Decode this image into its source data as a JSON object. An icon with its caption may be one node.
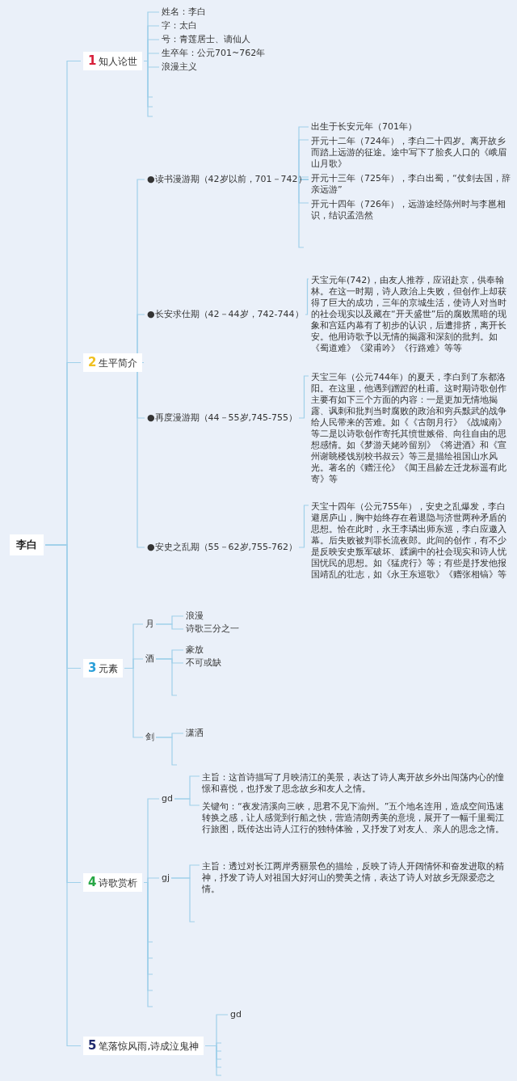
{
  "diagram": {
    "nodes": [
      {
        "text": [
          "李白"
        ]
      },
      {
        "text": [
          "1",
          "知人论世"
        ]
      },
      {
        "text": [
          "姓名：李白"
        ]
      },
      {
        "text": [
          "字：太白"
        ]
      },
      {
        "text": [
          "号：青莲居士、谪仙人"
        ]
      },
      {
        "text": [
          "生卒年：公元701~762年"
        ]
      },
      {
        "text": [
          "浪漫主义"
        ]
      },
      {
        "text": [
          "2",
          "生平简介"
        ]
      },
      {
        "text": [
          "●读书漫游期（42岁以前，701－742）"
        ]
      },
      {
        "text": [
          "出生于长安元年（701年）"
        ]
      },
      {
        "text": [
          "开元十二年（724年），李白二十四岁。离开故乡而踏上远游的征途。途中写下了脍炙人口的《峨眉山月歌》"
        ]
      },
      {
        "text": [
          "开元十三年（725年），李白出蜀，“仗剑去国，辞亲远游”"
        ]
      },
      {
        "text": [
          "开元十四年（726年），远游途经陈州时与李邕相识，结识孟浩然"
        ]
      },
      {
        "text": [
          "●长安求仕期（42－44岁，742-744）"
        ]
      },
      {
        "text": [
          "天宝元年(742)，由友人推荐，应诏赴京，供奉翰林。在这一时期，诗人政治上失败，但创作上却获得了巨大的成功，三年的京城生活，使诗人对当时的社会现实以及藏在“开天盛世”后的腐败黑暗的现象和宫廷内幕有了初步的认识，后遭排挤，离开长安。他用诗歌予以无情的揭露和深刻的批判。如《蜀道难》《梁甫吟》《行路难》等等"
        ]
      },
      {
        "text": [
          "●再度漫游期（44－55岁,745-755）"
        ]
      },
      {
        "text": [
          "天宝三年（公元744年）的夏天，李白到了东都洛阳。在这里，他遇到蹭蹬的杜甫。这时期诗歌创作主要有如下三个方面的内容：一是更加无情地揭露、讽刺和批判当时腐败的政治和穷兵黩武的战争给人民带来的苦难。如《《古朗月行》《战城南》等二是以诗歌创作寄托其愤世嫉俗、向往自由的思想感情。如《梦游天姥吟留别》《将进酒》和《宣州谢眺楼饯别校书叔云》等三是描绘祖国山水风光。著名的《赠汪伦》《闻王昌龄左迁龙标遥有此寄》等"
        ]
      },
      {
        "text": [
          "●安史之乱期（55－62岁,755-762）"
        ]
      },
      {
        "text": [
          "天宝十四年（公元755年），安史之乱爆发，李白避居庐山，胸中始终存在着退隐与济世两种矛盾的思想。恰在此时，永王李璘出师东巡，李白应邀入幕。后失败被判罪长流夜郎。此间的创作，有不少是反映安史叛军破坏、蹂躏中的社会现实和诗人忧国忧民的思想。如《猛虎行》等；有些是抒发他报国靖乱的壮志，如《永王东巡歌》《赠张相镐》等"
        ]
      },
      {
        "text": [
          "3",
          "元素"
        ]
      },
      {
        "text": [
          "月"
        ]
      },
      {
        "text": [
          "浪漫"
        ]
      },
      {
        "text": [
          "诗歌三分之一"
        ]
      },
      {
        "text": [
          "酒"
        ]
      },
      {
        "text": [
          "豪放"
        ]
      },
      {
        "text": [
          "不可或缺"
        ]
      },
      {
        "text": [
          "剑"
        ]
      },
      {
        "text": [
          "潇洒"
        ]
      },
      {
        "text": [
          "4",
          "诗歌赏析"
        ]
      },
      {
        "text": [
          "gd"
        ]
      },
      {
        "text": [
          "主旨：这首诗描写了月映清江的美景，表达了诗人离开故乡外出闯荡内心的憧憬和喜悦，也抒发了思念故乡和友人之情。"
        ]
      },
      {
        "text": [
          "关键句：“夜发清溪向三峡，思君不见下渝州。”五个地名连用，造成空间迅速转换之感，让人感觉到行船之快，营造清朗秀美的意境，展开了一幅千里蜀江行旅图，既传达出诗人江行的独特体验，又抒发了对友人、亲人的思念之情。"
        ]
      },
      {
        "text": [
          "gj"
        ]
      },
      {
        "text": [
          "主旨：透过对长江两岸秀丽景色的描绘，反映了诗人开阔情怀和奋发进取的精神，抒发了诗人对祖国大好河山的赞美之情，表达了诗人对故乡无限爱恋之情。"
        ]
      },
      {
        "text": [
          "5",
          "笔落惊风雨,诗成泣鬼神"
        ]
      },
      {
        "text": [
          "gd"
        ]
      }
    ],
    "edges": [
      {
        "from": 0,
        "to": 1,
        "arrow": "none"
      },
      {
        "from": 0,
        "to": 7,
        "arrow": "none"
      },
      {
        "from": 0,
        "to": 19,
        "arrow": "none"
      },
      {
        "from": 0,
        "to": 28,
        "arrow": "none"
      },
      {
        "from": 0,
        "to": 34,
        "arrow": "none"
      },
      {
        "from": 1,
        "to": 2,
        "arrow": "none"
      },
      {
        "from": 1,
        "to": 3,
        "arrow": "none"
      },
      {
        "from": 1,
        "to": 4,
        "arrow": "none"
      },
      {
        "from": 1,
        "to": 5,
        "arrow": "none"
      },
      {
        "from": 1,
        "to": 6,
        "arrow": "none"
      },
      {
        "from": 1,
        "to": null,
        "arrow": "none"
      },
      {
        "from": 1,
        "to": null,
        "arrow": "none"
      },
      {
        "from": 1,
        "to": null,
        "arrow": "none"
      },
      {
        "from": 7,
        "to": 8,
        "arrow": "none"
      },
      {
        "from": 7,
        "to": 13,
        "arrow": "none"
      },
      {
        "from": 7,
        "to": 15,
        "arrow": "none"
      },
      {
        "from": 7,
        "to": 17,
        "arrow": "none"
      },
      {
        "from": 8,
        "to": 9,
        "arrow": "none"
      },
      {
        "from": 8,
        "to": 10,
        "arrow": "none"
      },
      {
        "from": 8,
        "to": 11,
        "arrow": "none"
      },
      {
        "from": 8,
        "to": 12,
        "arrow": "none"
      },
      {
        "from": 8,
        "to": null,
        "arrow": "none"
      },
      {
        "from": 13,
        "to": 14,
        "arrow": "none"
      },
      {
        "from": 15,
        "to": 16,
        "arrow": "none"
      },
      {
        "from": 17,
        "to": 18,
        "arrow": "none"
      },
      {
        "from": 19,
        "to": 20,
        "arrow": "none"
      },
      {
        "from": 19,
        "to": 23,
        "arrow": "none"
      },
      {
        "from": 19,
        "to": 26,
        "arrow": "none"
      },
      {
        "from": 20,
        "to": 21,
        "arrow": "none"
      },
      {
        "from": 20,
        "to": 22,
        "arrow": "none"
      },
      {
        "from": 23,
        "to": 24,
        "arrow": "none"
      },
      {
        "from": 23,
        "to": 25,
        "arrow": "none"
      },
      {
        "from": 23,
        "to": null,
        "arrow": "none"
      },
      {
        "from": 26,
        "to": 27,
        "arrow": "none"
      },
      {
        "from": 26,
        "to": null,
        "arrow": "none"
      },
      {
        "from": 28,
        "to": 29,
        "arrow": "none"
      },
      {
        "from": 28,
        "to": 32,
        "arrow": "none"
      },
      {
        "from": 28,
        "to": null,
        "arrow": "none"
      },
      {
        "from": 28,
        "to": null,
        "arrow": "none"
      },
      {
        "from": 28,
        "to": null,
        "arrow": "none"
      },
      {
        "from": 28,
        "to": null,
        "arrow": "none"
      },
      {
        "from": 28,
        "to": null,
        "arrow": "none"
      },
      {
        "from": 29,
        "to": 30,
        "arrow": "none"
      },
      {
        "from": 29,
        "to": 31,
        "arrow": "none"
      },
      {
        "from": 32,
        "to": 33,
        "arrow": "none"
      },
      {
        "from": 32,
        "to": null,
        "arrow": "none"
      },
      {
        "from": 34,
        "to": 35,
        "arrow": "none"
      },
      {
        "from": 34,
        "to": null,
        "arrow": "none"
      },
      {
        "from": 34,
        "to": null,
        "arrow": "none"
      },
      {
        "from": 34,
        "to": null,
        "arrow": "none"
      },
      {
        "from": 34,
        "to": null,
        "arrow": "none"
      },
      {
        "from": 34,
        "to": null,
        "arrow": "none"
      }
    ]
  }
}
